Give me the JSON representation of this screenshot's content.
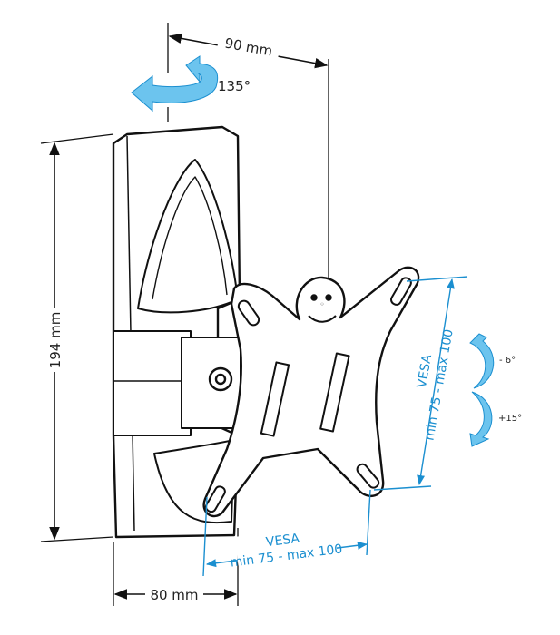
{
  "dimensions": {
    "depth": "90 mm",
    "height": "194 mm",
    "width": "80 mm",
    "swivel": "135°"
  },
  "vesa": {
    "label": "VESA",
    "range": "min 75 - max 100"
  },
  "tilt": {
    "up": "- 6°",
    "down": "+15°"
  },
  "colors": {
    "accent": "#1b8fd0",
    "arrow_fill": "#6cc4ee",
    "line": "#111111"
  }
}
